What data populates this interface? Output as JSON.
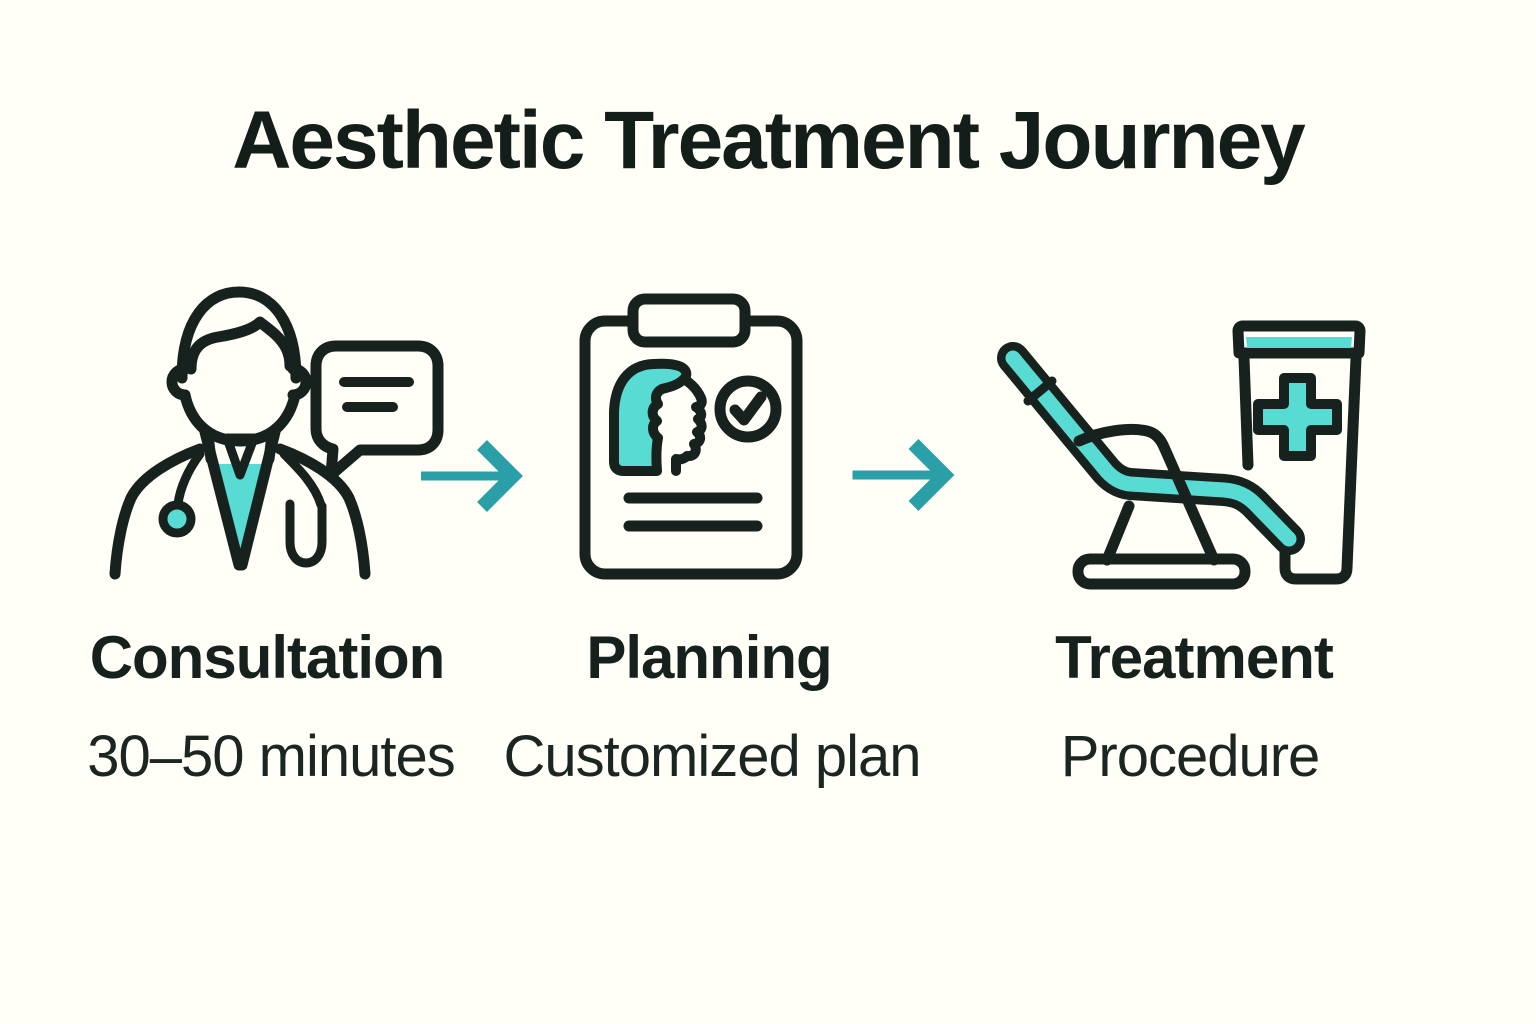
{
  "infographic": {
    "title": "Aesthetic Treatment Journey",
    "steps": [
      {
        "label": "Consultation",
        "sublabel": "30–50 minutes",
        "icon": "doctor-consultation-icon"
      },
      {
        "label": "Planning",
        "sublabel": "Customized plan",
        "icon": "planning-clipboard-icon"
      },
      {
        "label": "Treatment",
        "sublabel": "Procedure",
        "icon": "treatment-chair-icon"
      }
    ],
    "arrows": [
      {
        "name": "arrow-right-1",
        "direction": "right"
      },
      {
        "name": "arrow-right-2",
        "direction": "right"
      }
    ],
    "colors": {
      "background": "#FFFEF7",
      "outline": "#17221F",
      "accent_teal": "#57DBD2",
      "arrow_teal": "#2B9FA7",
      "text": "#16211E"
    }
  }
}
